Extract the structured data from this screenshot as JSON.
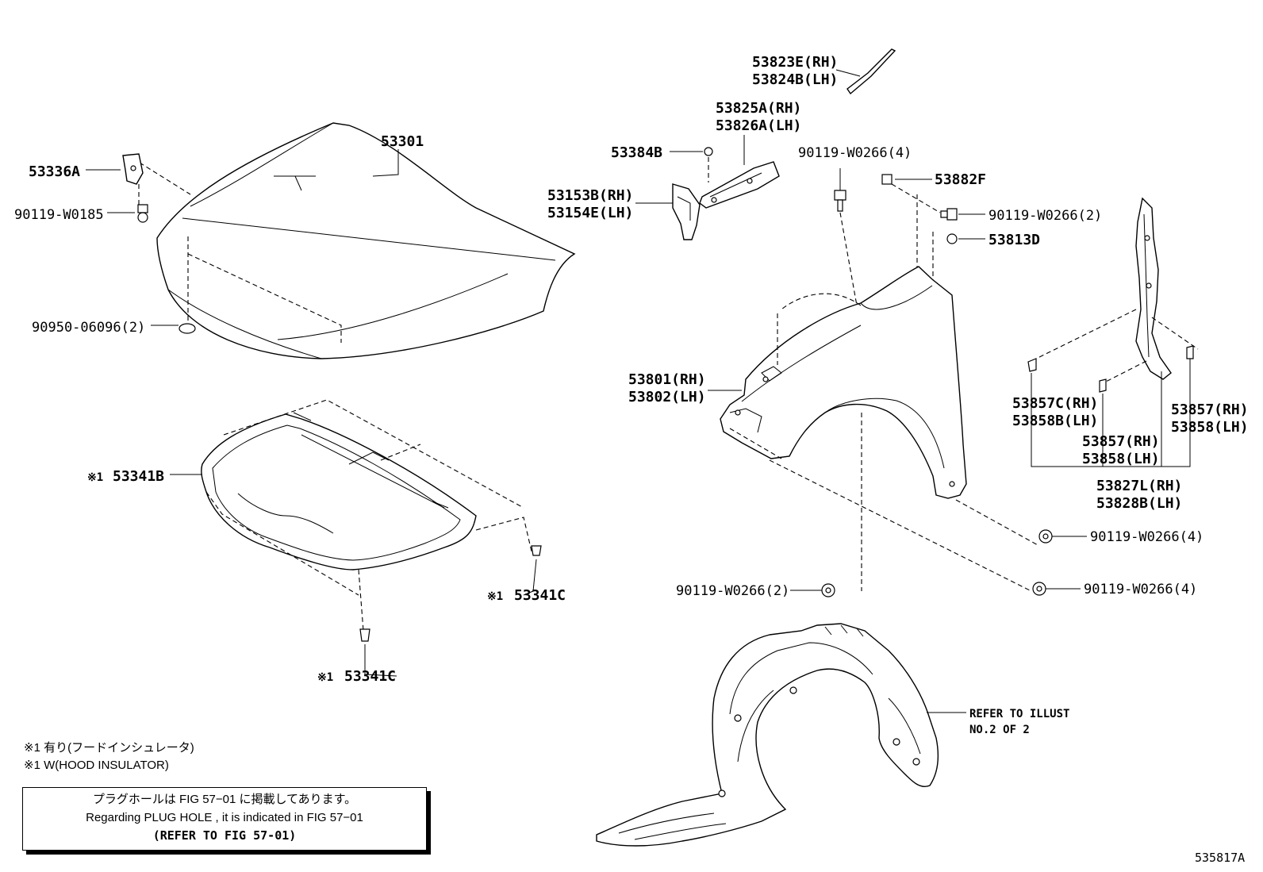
{
  "callouts": {
    "hood": "53301",
    "hood_hinge_support": "53336A",
    "hood_bolt": "90119-W0185",
    "hood_cushion": "90950-06096(2)",
    "insulator": "53341B",
    "insulator_clip_right": "53341C",
    "insulator_clip_bottom": "53341C",
    "seal_upper_rh": "53823E(RH)",
    "seal_upper_lh": "53824B(LH)",
    "fender_bracket_rh": "53825A(RH)",
    "fender_bracket_lh": "53826A(LH)",
    "clip_53384b": "53384B",
    "bracket_small_rh": "53153B(RH)",
    "bracket_small_lh": "53154E(LH)",
    "bolt_top_4": "90119-W0266(4)",
    "fender_pad": "53882F",
    "bolt_2_top": "90119-W0266(2)",
    "plug_53813d": "53813D",
    "fender_rh": "53801(RH)",
    "fender_lh": "53802(LH)",
    "seal_c_rh": "53857C(RH)",
    "seal_c_lh": "53858B(LH)",
    "seal_mid_rh": "53857(RH)",
    "seal_mid_lh": "53858(LH)",
    "seal_right_rh": "53857(RH)",
    "seal_right_lh": "53858(LH)",
    "seal_set_rh": "53827L(RH)",
    "seal_set_lh": "53828B(LH)",
    "bolt_right_upper": "90119-W0266(4)",
    "bolt_right_lower": "90119-W0266(4)",
    "bolt_bottom_2": "90119-W0266(2)",
    "refer_illust_l1": "REFER TO ILLUST",
    "refer_illust_l2": "NO.2 OF 2",
    "note_mark": "※1",
    "illustration_id": "535817A"
  },
  "notes": {
    "line1": "※1 有り(フードインシュレータ)",
    "line2": "※1 W(HOOD INSULATOR)"
  },
  "plug_box": {
    "line1": "プラグホールは FIG 57−01 に掲載してあります。",
    "line2": "Regarding PLUG HOLE , it is indicated in FIG 57−01",
    "line3": "(REFER TO FIG 57-01)"
  }
}
